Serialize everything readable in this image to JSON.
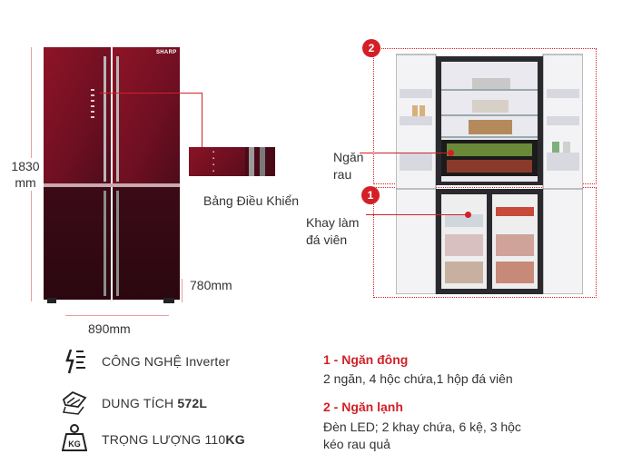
{
  "dimensions": {
    "height_value": "1830",
    "height_unit": "mm",
    "width": "890mm",
    "depth": "780mm"
  },
  "brand_logo": "SHARP",
  "control_panel_caption": "Bảng Điều Khiển",
  "callouts": {
    "vegetable_drawer": "Ngăn\nrau",
    "ice_tray": "Khay làm\nđá viên",
    "badge_1": "1",
    "badge_2": "2"
  },
  "specs": [
    {
      "icon": "inverter-icon",
      "label": "CÔNG NGHỆ Inverter",
      "value": ""
    },
    {
      "icon": "capacity-icon",
      "label": "DUNG TÍCH ",
      "value": "572L"
    },
    {
      "icon": "weight-icon",
      "label": "TRỌNG LƯỢNG 110",
      "value": "KG"
    }
  ],
  "weight_icon_text": "KG",
  "compartments": [
    {
      "title": "1 - Ngăn đông",
      "desc": "2 ngăn, 4 hộc chứa,1 hộp đá viên"
    },
    {
      "title": "2 - Ngăn lạnh",
      "desc": "Đèn LED; 2 khay chứa, 6 kệ, 3 hộc\nkéo rau quả"
    }
  ],
  "colors": {
    "accent": "#d32027",
    "fridge_top": "#7a0c1f",
    "fridge_bottom": "#3a0a14"
  }
}
